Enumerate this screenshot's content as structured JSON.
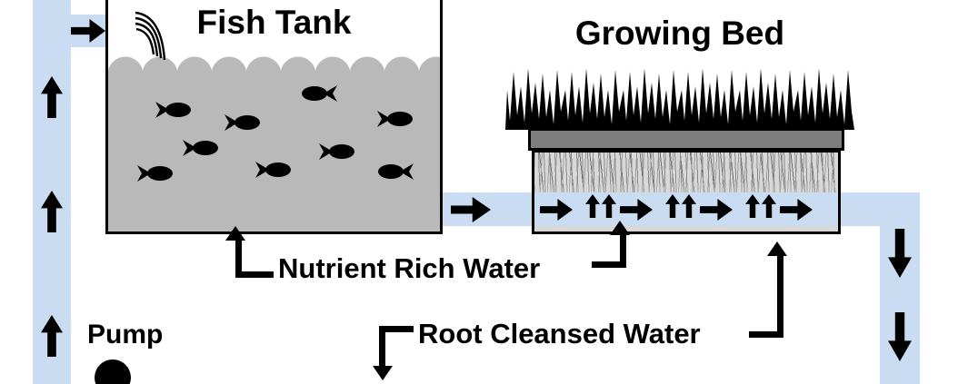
{
  "colors": {
    "pipe": "#c9dcf1",
    "water": "#b9b9b9",
    "frame": "#7e7e7e",
    "bed": "#d8d8d8",
    "ink": "#000000"
  },
  "fish_tank": {
    "title": "Fish Tank"
  },
  "growing_bed": {
    "title": "Growing Bed"
  },
  "labels": {
    "nutrient_rich_water": "Nutrient Rich Water",
    "root_cleansed_water": "Root Cleansed Water",
    "pump": "Pump"
  }
}
